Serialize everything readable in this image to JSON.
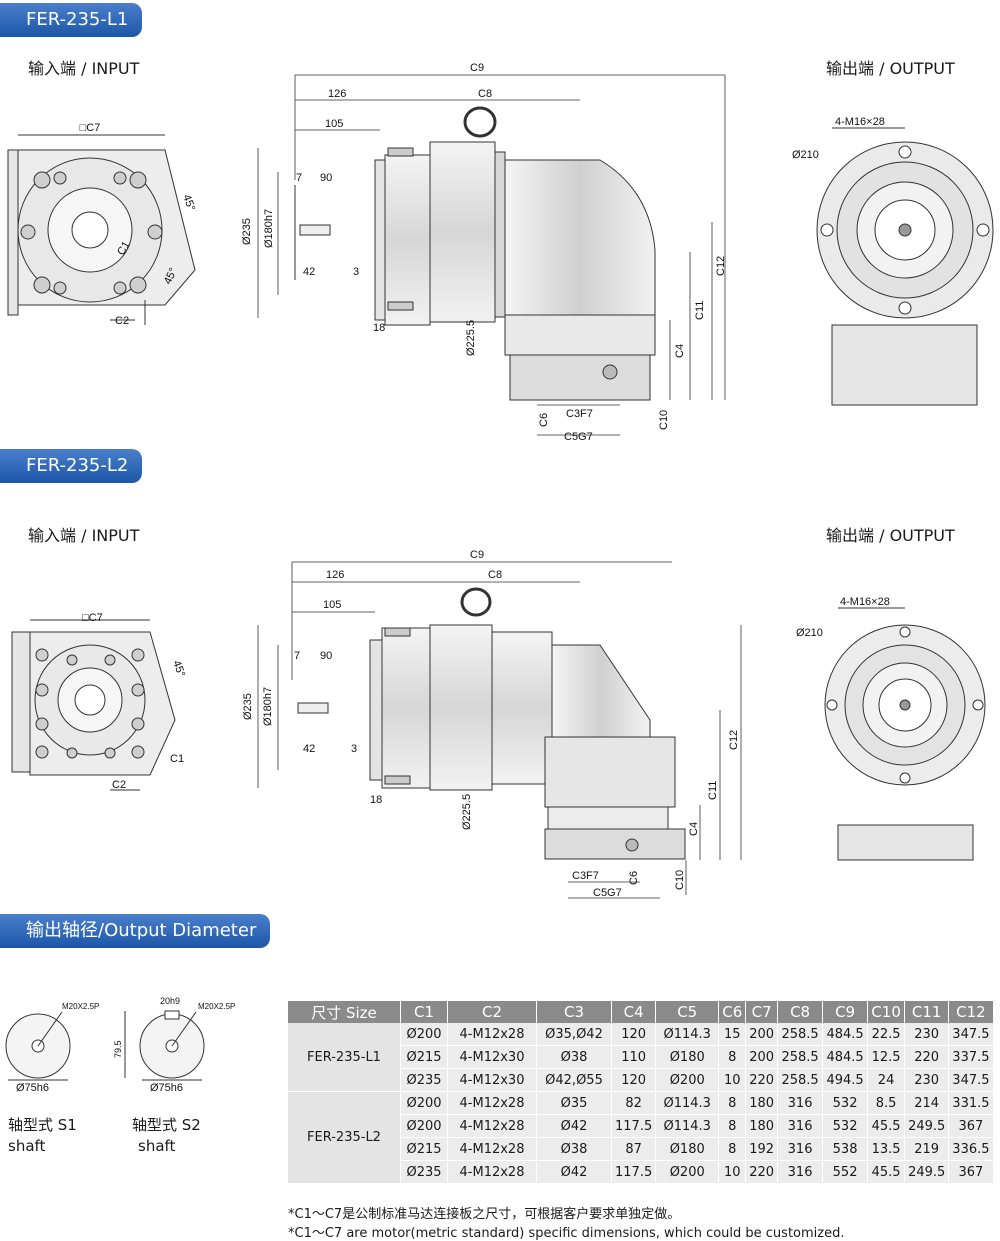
{
  "section1": {
    "title": "FER-235-L1",
    "input_label": "输入端 / INPUT",
    "output_label": "输出端 / OUTPUT"
  },
  "section2": {
    "title": "FER-235-L2",
    "input_label": "输入端 / INPUT",
    "output_label": "输出端 / OUTPUT"
  },
  "section3": {
    "title": "输出轴径/Output Diameter"
  },
  "dims": {
    "c9": "C9",
    "c8": "C8",
    "d126": "126",
    "d105": "105",
    "d7": "7",
    "d90": "90",
    "d42": "42",
    "d3": "3",
    "d18": "18",
    "d235": "Ø235",
    "d180": "Ø180h7",
    "d225": "Ø225.5",
    "c12": "C12",
    "c11": "C11",
    "c4": "C4",
    "c10": "C10",
    "c6": "C6",
    "c3": "C3F7",
    "c5": "C5G7",
    "c7": "□C7",
    "c1": "C1",
    "c2": "C2",
    "a45": "45°",
    "m16": "4-M16×28",
    "d210": "Ø210"
  },
  "shafts": {
    "s1": {
      "thread": "M20X2.5P",
      "dia": "Ø75h6",
      "label1": "轴型式 S1",
      "label2": "shaft"
    },
    "s2": {
      "thread": "M20X2.5P",
      "key": "20h9",
      "height": "79.5",
      "dia": "Ø75h6",
      "label1": "轴型式 S2",
      "label2": "shaft"
    }
  },
  "table": {
    "headers": [
      "尺寸 Size",
      "C1",
      "C2",
      "C3",
      "C4",
      "C5",
      "C6",
      "C7",
      "C8",
      "C9",
      "C10",
      "C11",
      "C12"
    ],
    "groups": [
      {
        "model": "FER-235-L1",
        "rows": [
          [
            "Ø200",
            "4-M12x28",
            "Ø35,Ø42",
            "120",
            "Ø114.3",
            "15",
            "200",
            "258.5",
            "484.5",
            "22.5",
            "230",
            "347.5"
          ],
          [
            "Ø215",
            "4-M12x30",
            "Ø38",
            "110",
            "Ø180",
            "8",
            "200",
            "258.5",
            "484.5",
            "12.5",
            "220",
            "337.5"
          ],
          [
            "Ø235",
            "4-M12x30",
            "Ø42,Ø55",
            "120",
            "Ø200",
            "10",
            "220",
            "258.5",
            "494.5",
            "24",
            "230",
            "347.5"
          ]
        ]
      },
      {
        "model": "FER-235-L2",
        "rows": [
          [
            "Ø200",
            "4-M12x28",
            "Ø35",
            "82",
            "Ø114.3",
            "8",
            "180",
            "316",
            "532",
            "8.5",
            "214",
            "331.5"
          ],
          [
            "Ø200",
            "4-M12x28",
            "Ø42",
            "117.5",
            "Ø114.3",
            "8",
            "180",
            "316",
            "532",
            "45.5",
            "249.5",
            "367"
          ],
          [
            "Ø215",
            "4-M12x28",
            "Ø38",
            "87",
            "Ø180",
            "8",
            "192",
            "316",
            "538",
            "13.5",
            "219",
            "336.5"
          ],
          [
            "Ø235",
            "4-M12x28",
            "Ø42",
            "117.5",
            "Ø200",
            "10",
            "220",
            "316",
            "552",
            "45.5",
            "249.5",
            "367"
          ]
        ]
      }
    ]
  },
  "notes": {
    "n1": "*C1～C7是公制标准马达连接板之尺寸，可根据客户要求单独定做。",
    "n2": "*C1～C7 are motor(metric standard) specific dimensions, which could be customized."
  }
}
